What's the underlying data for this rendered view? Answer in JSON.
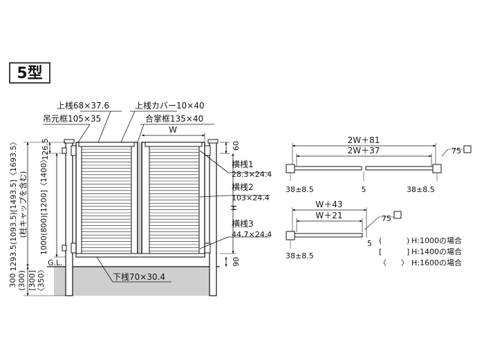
{
  "title": "5型",
  "front": {
    "top_rail": "上桟68×37.6",
    "top_rail_cover": "上桟カバー10×40",
    "hinge_frame": "吊元框105×35",
    "meeting_frame": "合掌框135×40",
    "width_label": "W",
    "height_label": "H",
    "cross_rail_1_name": "横桟1",
    "cross_rail_1_size": "28.3×24.4",
    "cross_rail_2_name": "横桟2",
    "cross_rail_2_size": "103×24.4",
    "cross_rail_3_name": "横桟3",
    "cross_rail_3_size": "44.7×24.4",
    "bottom_rail": "下桟70×30.4",
    "ground_line": "G.L.",
    "dim_126_5": "126.5",
    "dim_60": "60",
    "dim_90": "90",
    "post_height": "1293.5(1093.5)[1493.5]〈1693.5〉",
    "post_height_note": "(柱キャップを含む)",
    "panel_height": "1000(800)[1200]〈1400〉",
    "embed_300": "300",
    "embed_paren_300": "(300)",
    "embed_bracket_300": "[300]",
    "embed_angle_350": "〈350〉"
  },
  "plan_double": {
    "overall": "2W＋81",
    "inner": "2W＋37",
    "post_size": "75",
    "left_offset": "38±8.5",
    "center_gap": "5",
    "right_offset": "38±8.5"
  },
  "plan_single": {
    "overall": "W＋43",
    "inner": "W＋21",
    "post_size": "75",
    "gap": "5",
    "left_offset": "38±8.5"
  },
  "legend": [
    {
      "mark": "(",
      "close": ")",
      "text": "H:1000の場合"
    },
    {
      "mark": "[",
      "close": "]",
      "text": "H:1400の場合"
    },
    {
      "mark": "〈",
      "close": "〉",
      "text": "H:1600の場合"
    }
  ]
}
